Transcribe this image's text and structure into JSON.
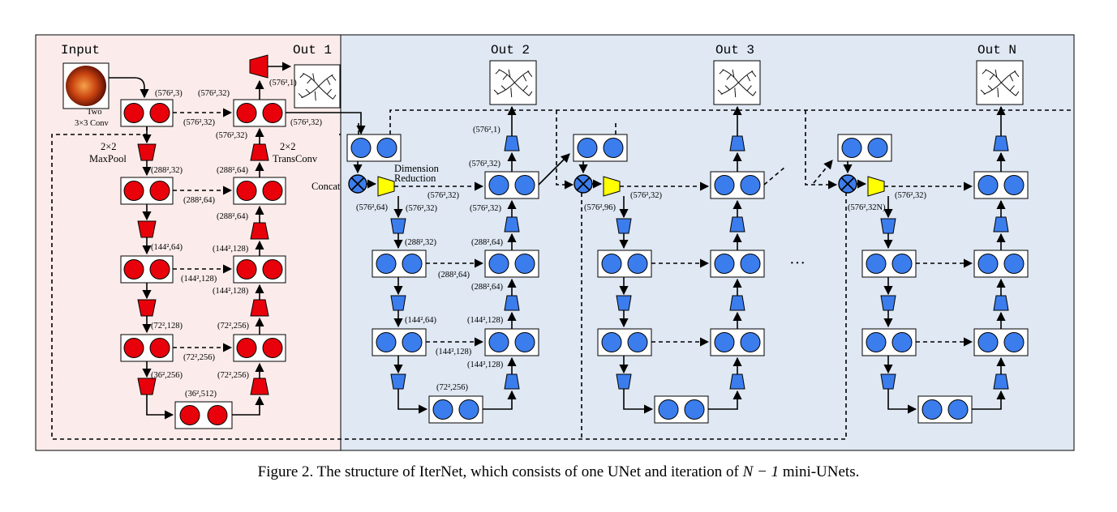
{
  "caption": {
    "prefix": "Figure 2. The structure of IterNet, which consists of one UNet and iteration of",
    "math": "N − 1",
    "suffix": "mini-UNets."
  },
  "titles": {
    "input": "Input",
    "out1": "Out 1",
    "out2": "Out 2",
    "out3": "Out 3",
    "outN": "Out N"
  },
  "unet_labels": {
    "two": "Two",
    "conv": "3×3 Conv",
    "maxpool_a": "2×2",
    "maxpool_b": "MaxPool",
    "transconv_a": "2×2",
    "transconv_b": "TransConv",
    "d0": "(576²,3)",
    "d1": "(576²,32)",
    "d2": "(576²,1)",
    "d3": "(576²,32)",
    "d4": "(576²,32)",
    "d5": "(576²,32)",
    "d6": "(288²,32)",
    "d7": "(288²,64)",
    "d8": "(288²,64)",
    "d9": "(288²,64)",
    "d10": "(144²,64)",
    "d11": "(144²,128)",
    "d12": "(144²,128)",
    "d13": "(144²,128)",
    "d14": "(72²,128)",
    "d15": "(72²,256)",
    "d16": "(72²,256)",
    "d17": "(72²,256)",
    "d18": "(36²,256)",
    "d19": "(36²,512)"
  },
  "mini1_labels": {
    "concat": "Concat",
    "dimred_a": "Dimension",
    "dimred_b": "Reduction",
    "m0": "(576²,64)",
    "m1": "(576²,32)",
    "m2": "(576²,32)",
    "m3": "(576²,32)",
    "m4": "(576²,32)",
    "m5": "(576²,1)",
    "m6": "(288²,32)",
    "m7": "(288²,64)",
    "m8": "(288²,64)",
    "m9": "(288²,64)",
    "m10": "(144²,64)",
    "m11": "(144²,128)",
    "m12": "(144²,128)",
    "m13": "(144²,128)",
    "m14": "(72²,256)"
  },
  "mini2_labels": {
    "a": "(576²,96)",
    "b": "(576²,32)"
  },
  "miniN_labels": {
    "a": "(576²,32N)",
    "b": "(576²,32)"
  },
  "ellipsis": "···",
  "colors": {
    "unet_bg": "#fbeceb",
    "mini_bg": "#dfe8f3",
    "red": "#e8000b",
    "blue": "#3b7ded",
    "yellow": "#ffff00"
  }
}
